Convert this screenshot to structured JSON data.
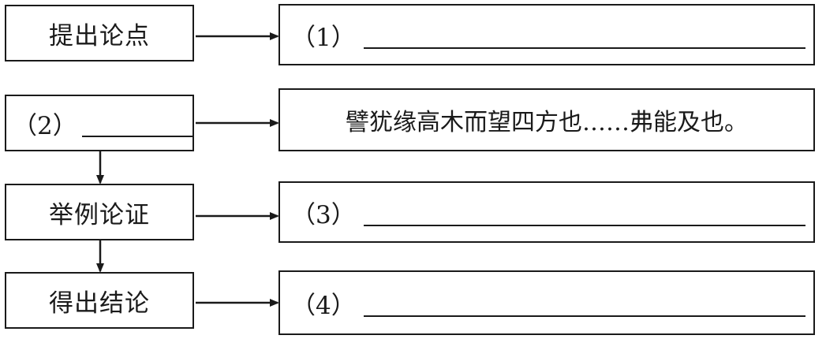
{
  "rows": [
    {
      "left_text": "提出论点",
      "right_label": "（1）"
    },
    {
      "left_label": "（2）",
      "right_text": "譬犹缘高木而望四方也……弗能及也。"
    },
    {
      "left_text": "举例论证",
      "right_label": "（3）"
    },
    {
      "left_text": "得出结论",
      "right_label": "（4）"
    }
  ]
}
